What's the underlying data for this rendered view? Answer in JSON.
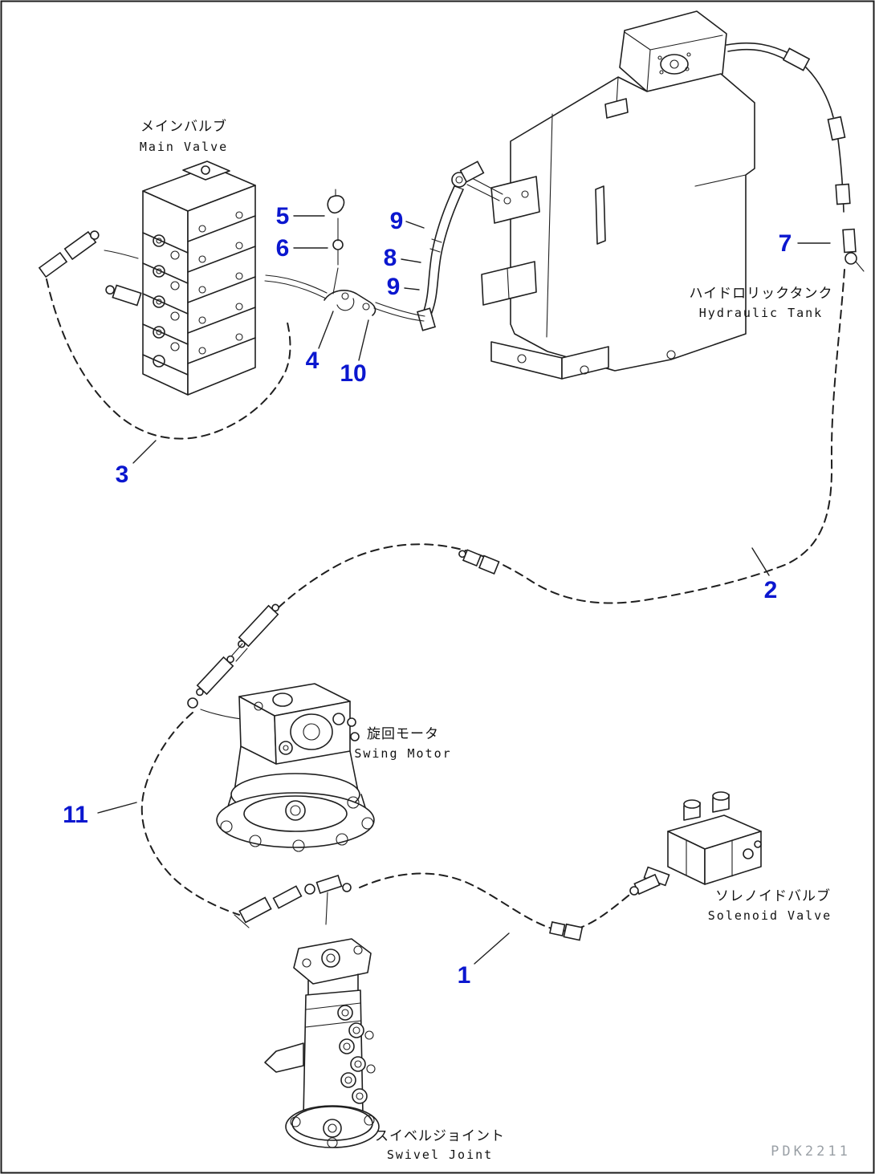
{
  "theme": {
    "line_color": "#1f1f1f",
    "callout_blue": "#0b17cf",
    "code_gray": "#9aa0a6",
    "background": "#ffffff"
  },
  "components": {
    "main_valve": {
      "jp": "メインバルブ",
      "en": "Main Valve"
    },
    "hydraulic_tank": {
      "jp": "ハイドロリックタンク",
      "en": "Hydraulic Tank"
    },
    "swing_motor": {
      "jp": "旋回モータ",
      "en": "Swing Motor"
    },
    "solenoid_valve": {
      "jp": "ソレノイドバルブ",
      "en": "Solenoid Valve"
    },
    "swivel_joint": {
      "jp": "スイベルジョイント",
      "en": "Swivel Joint"
    }
  },
  "callouts": {
    "n1": "1",
    "n2": "2",
    "n3": "3",
    "n4": "4",
    "n5": "5",
    "n6": "6",
    "n7": "7",
    "n8": "8",
    "n9a": "9",
    "n9b": "9",
    "n10": "10",
    "n11": "11"
  },
  "drawing_number": "PDK2211"
}
